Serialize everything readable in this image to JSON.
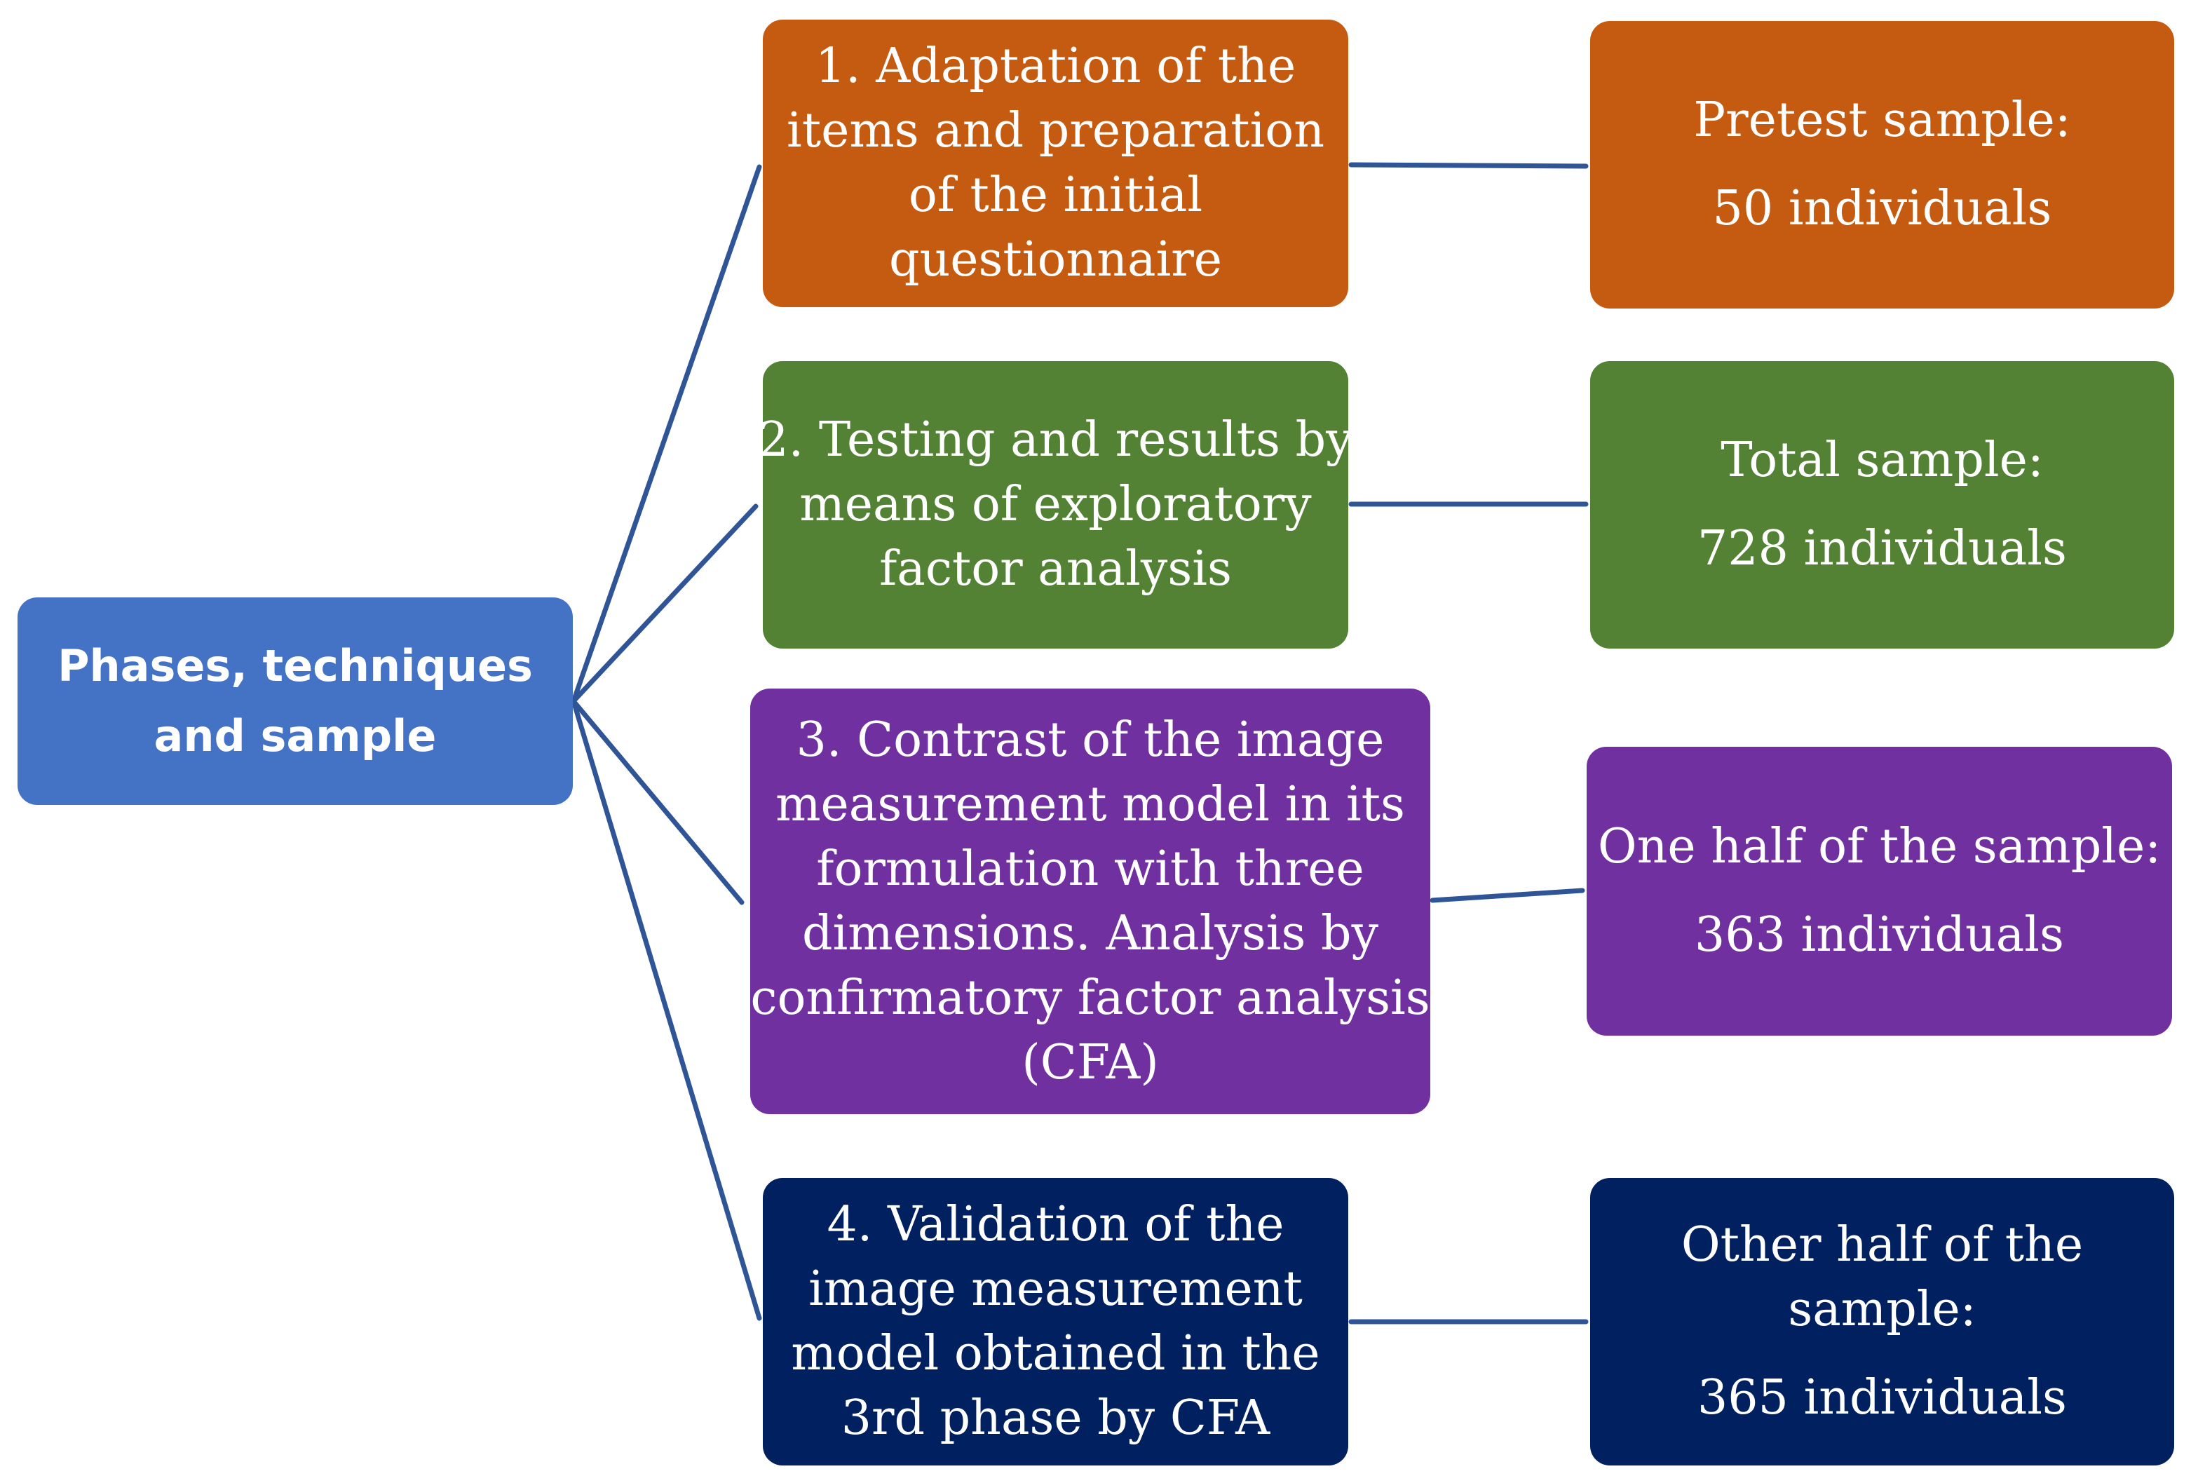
{
  "colors": {
    "root": "#4472c4",
    "phase1": "#c55a11",
    "phase2": "#548235",
    "phase3": "#7030a0",
    "phase4": "#002060",
    "connector": "#2f5597"
  },
  "root": {
    "lines": [
      "Phases, techniques",
      "and sample"
    ]
  },
  "phases": [
    {
      "lines": [
        "1. Adaptation of the",
        "items and preparation",
        "of the initial",
        "questionnaire"
      ],
      "sample": [
        "Pretest sample:",
        "50 individuals"
      ]
    },
    {
      "lines": [
        "2. Testing and results by",
        "means of exploratory",
        "factor analysis"
      ],
      "sample": [
        "Total sample:",
        "728 individuals"
      ]
    },
    {
      "lines": [
        "3. Contrast of the image",
        "measurement model in its",
        "formulation with three",
        "dimensions. Analysis by",
        "confirmatory factor analysis",
        "(CFA)"
      ],
      "sample": [
        "One half of the sample:",
        "363 individuals"
      ]
    },
    {
      "lines": [
        "4. Validation of the",
        "image measurement",
        "model obtained in the",
        "3rd phase by  CFA"
      ],
      "sample": [
        "Other half of the",
        "sample:",
        "365 individuals"
      ]
    }
  ]
}
